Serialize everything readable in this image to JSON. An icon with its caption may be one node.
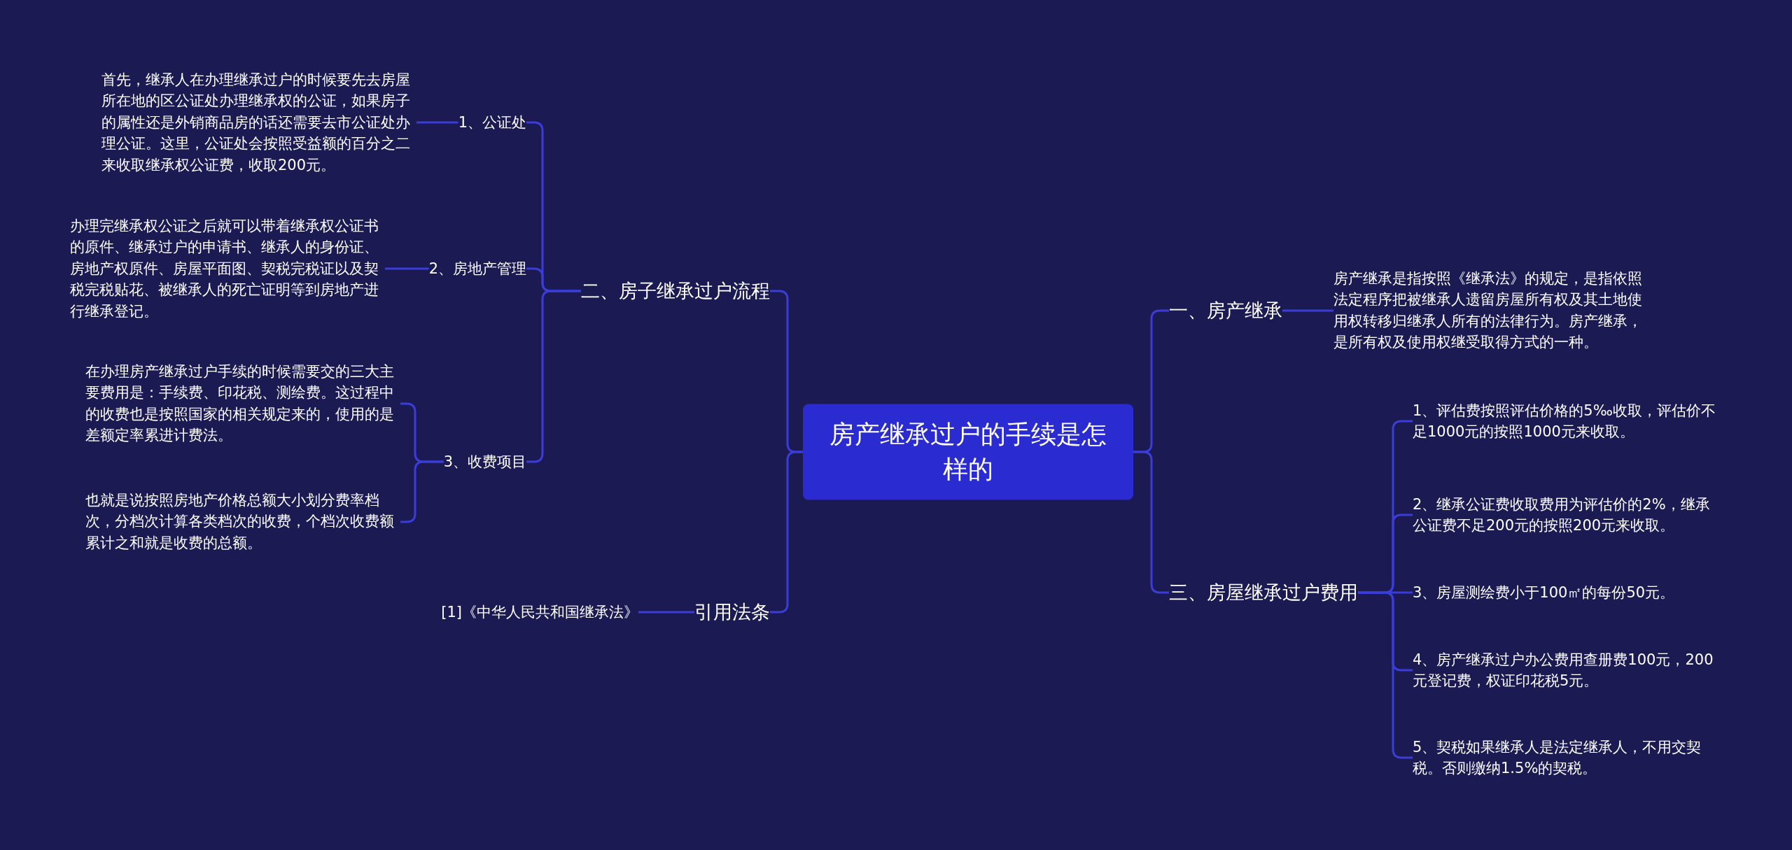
{
  "diagram": {
    "nodes": [
      {
        "text": [
          "房产继承过户的手续是怎样的"
        ]
      },
      {
        "text": [
          "二、房子继承过户流程"
        ]
      },
      {
        "text": [
          "1、公证处"
        ]
      },
      {
        "text": [
          "首先，继承人在办理继承过户的时候要先去房屋所在地的区公证处办理继承权的公证，如果房子的属性还是外销商品房的话还需要去市公证处办理公证。这里，公证处会按照受益额的百分之二来收取继承权公证费，收取200元。"
        ]
      },
      {
        "text": [
          "2、房地产管理"
        ]
      },
      {
        "text": [
          "办理完继承权公证之后就可以带着继承权公证书的原件、继承过户的申请书、继承人的身份证、房地产权原件、房屋平面图、契税完税证以及契税完税贴花、被继承人的死亡证明等到房地产进行继承登记。"
        ]
      },
      {
        "text": [
          "3、收费项目"
        ]
      },
      {
        "text": [
          "在办理房产继承过户手续的时候需要交的三大主要费用是：手续费、印花税、测绘费。这过程中的收费也是按照国家的相关规定来的，使用的是差额定率累进计费法。"
        ]
      },
      {
        "text": [
          "也就是说按照房地产价格总额大小划分费率档次，分档次计算各类档次的收费，个档次收费额累计之和就是收费的总额。"
        ]
      },
      {
        "text": [
          "引用法条"
        ]
      },
      {
        "text": [
          "[1]《中华人民共和国继承法》"
        ]
      },
      {
        "text": [
          "一、房产继承"
        ]
      },
      {
        "text": [
          "房产继承是指按照《继承法》的规定，是指依照法定程序把被继承人遗留房屋所有权及其土地使用权转移归继承人所有的法律行为。房产继承，是所有权及使用权继受取得方式的一种。"
        ]
      },
      {
        "text": [
          "三、房屋继承过户费用"
        ]
      },
      {
        "text": [
          "1、评估费按照评估价格的5‰收取，评估价不足1000元的按照1000元来收取。"
        ]
      },
      {
        "text": [
          "2、继承公证费收取费用为评估价的2%，继承公证费不足200元的按照200元来收取。"
        ]
      },
      {
        "text": [
          "3、房屋测绘费小于100㎡的每份50元。"
        ]
      },
      {
        "text": [
          "4、房产继承过户办公费用查册费100元，200元登记费，权证印花税5元。"
        ]
      },
      {
        "text": [
          "5、契税如果继承人是法定继承人，不用交契税。否则缴纳1.5%的契税。"
        ]
      }
    ],
    "edges": [
      {
        "from": 0,
        "to": 1,
        "arrow": "none"
      },
      {
        "from": 0,
        "to": 9,
        "arrow": "none"
      },
      {
        "from": 0,
        "to": 11,
        "arrow": "none"
      },
      {
        "from": 0,
        "to": 13,
        "arrow": "none"
      },
      {
        "from": 1,
        "to": 2,
        "arrow": "none"
      },
      {
        "from": 1,
        "to": 4,
        "arrow": "none"
      },
      {
        "from": 1,
        "to": 6,
        "arrow": "none"
      },
      {
        "from": 2,
        "to": 3,
        "arrow": "none"
      },
      {
        "from": 4,
        "to": 5,
        "arrow": "none"
      },
      {
        "from": 6,
        "to": 7,
        "arrow": "none"
      },
      {
        "from": 6,
        "to": 8,
        "arrow": "none"
      },
      {
        "from": 9,
        "to": 10,
        "arrow": "none"
      },
      {
        "from": 11,
        "to": 12,
        "arrow": "none"
      },
      {
        "from": 13,
        "to": 14,
        "arrow": "none"
      },
      {
        "from": 13,
        "to": 15,
        "arrow": "none"
      },
      {
        "from": 13,
        "to": 16,
        "arrow": "none"
      },
      {
        "from": 13,
        "to": 17,
        "arrow": "none"
      },
      {
        "from": 13,
        "to": 18,
        "arrow": "none"
      }
    ]
  }
}
